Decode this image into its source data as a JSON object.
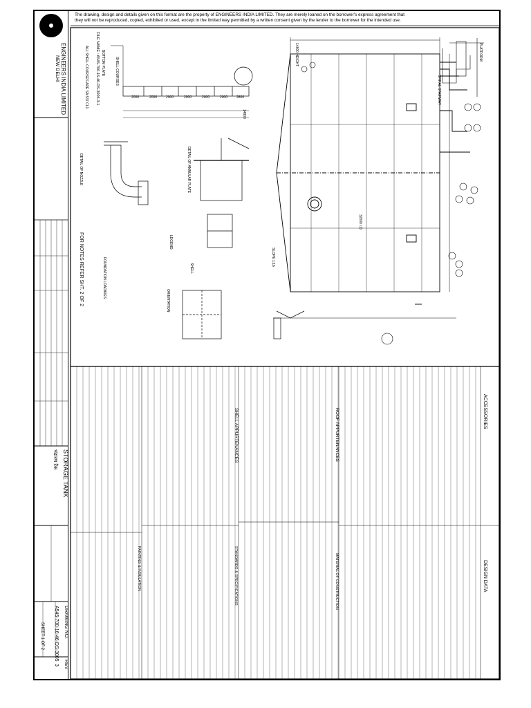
{
  "notice": {
    "line1": "The drawing, design and details given on this format are the property of ENGINEERS INDIA LIMITED. They are merely loaned on the borrower's express agreement that",
    "line2": "they will not be reproduced, copied, exhibited or used, except in the limited way permitted by a written consent given by the lender to the borrower for the intended use."
  },
  "company": {
    "name": "ENGINEERS INDIA LIMITED",
    "city": "NEW DELHI"
  },
  "file_name": "FILE NAME : A545-700-16-46-DS-3005-3-1",
  "title_block": {
    "title": "STORAGE TANK",
    "title_hindi": "भंडारण टैंक",
    "drawing_no_label": "DRAWING NO.",
    "drawing_no": "A545-700-16-46-DS-3005",
    "rev_label": "REV",
    "rev": "3",
    "sheet": "SHEET 1 OF 2"
  },
  "views": {
    "main_height": "14800 HEIGHT",
    "dia": "32000 I.D.",
    "shell_course_title": "SHELL COURSES",
    "bottom_plate": "BOTTOM PLATE",
    "shell_course_note": "ALL SHELL COURSES ARE SA 537 CL1",
    "detail_a": "DETAIL OF NOZZLE",
    "detail_b": "DETAIL OF ANNULAR PLATE",
    "foundation": "FOUNDATION LOADINGS:",
    "for_notes": "FOR NOTES REFER SHT. 2 OF 2",
    "platform": "PLATFORM",
    "spiral_stairway": "SPIRAL STAIRWAY",
    "roof_slope": "SLOPE 1:16",
    "legend": "LEGEND:",
    "orientation": "ORIENTATION",
    "shell_label": "SHELL",
    "course_dims": [
      "2000",
      "2000",
      "2000",
      "2000",
      "2000",
      "2000",
      "2800"
    ],
    "course_total": "14800"
  },
  "schedules": {
    "accessories": "ACCESSORIES",
    "roof_appurtenances": "ROOF APPURTENANCES",
    "shell_appurtenances": "SHELL APPURTENANCES",
    "design_data": "DESIGN DATA",
    "materials": "MATERIAL OF CONSTRUCTION",
    "standards": "STANDARDS & SPECIFICATIONS",
    "painting": "PAINTING & INSULATION"
  }
}
